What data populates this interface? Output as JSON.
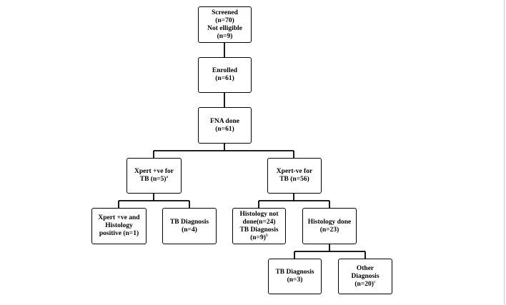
{
  "colors": {
    "stroke": "#000000",
    "background": "#ffffff"
  },
  "nodes": {
    "screened": {
      "line1": "Screened",
      "line2": "(n=70)",
      "line3": "Not elligible",
      "line4": "(n=9)"
    },
    "enrolled": {
      "line1": "Enrolled",
      "line2": "(n=61)"
    },
    "fna": {
      "line1": "FNA done",
      "line2": "(n=61)"
    },
    "xpert_pos": {
      "line1": "Xpert +ve for",
      "line2": "TB (n=5)",
      "sup": "a"
    },
    "xpert_neg": {
      "line1": "Xpert-ve for",
      "line2": "TB (n=56)"
    },
    "xpert_pos_histo": {
      "line1": "Xpert +ve and",
      "line2": "Histology",
      "line3": "positive (n=1)"
    },
    "tb_diag_4": {
      "line1": "TB Diagnosis",
      "line2": "(n=4)"
    },
    "histo_not_done": {
      "line1": "Histology not",
      "line2": "done(n=24)",
      "line3": "TB Diagnosis",
      "line4": "(n=9)",
      "sup": "b"
    },
    "histo_done": {
      "line1": "Histology done",
      "line2": "(n=23)"
    },
    "tb_diag_3": {
      "line1": "TB Diagnosis",
      "line2": "(n=3)"
    },
    "other_diag": {
      "line1": "Other",
      "line2": "Diagnosis",
      "line3": "(n=20)",
      "sup": "c"
    }
  }
}
